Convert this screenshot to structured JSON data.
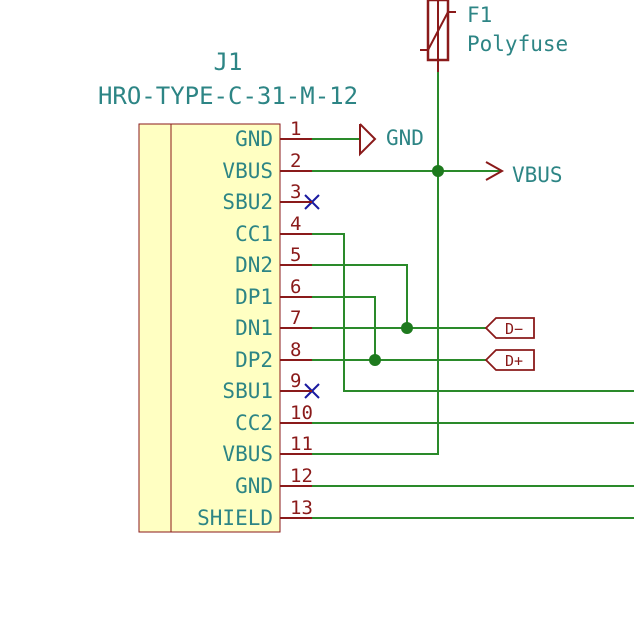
{
  "colors": {
    "wire": "#2a8a2a",
    "pin": "#8a1a1a",
    "text": "#2d8585",
    "body_fill": "#ffffc2",
    "body_stroke": "#8a1a1a",
    "noconnect": "#1a1aa0",
    "junction": "#1e7a1e"
  },
  "connector": {
    "reference": "J1",
    "value": "HRO-TYPE-C-31-M-12",
    "pins": [
      {
        "number": "1",
        "name": "GND"
      },
      {
        "number": "2",
        "name": "VBUS"
      },
      {
        "number": "3",
        "name": "SBU2"
      },
      {
        "number": "4",
        "name": "CC1"
      },
      {
        "number": "5",
        "name": "DN2"
      },
      {
        "number": "6",
        "name": "DP1"
      },
      {
        "number": "7",
        "name": "DN1"
      },
      {
        "number": "8",
        "name": "DP2"
      },
      {
        "number": "9",
        "name": "SBU1"
      },
      {
        "number": "10",
        "name": "CC2"
      },
      {
        "number": "11",
        "name": "VBUS"
      },
      {
        "number": "12",
        "name": "GND"
      },
      {
        "number": "13",
        "name": "SHIELD"
      }
    ]
  },
  "fuse": {
    "reference": "F1",
    "value": "Polyfuse"
  },
  "power_symbols": {
    "gnd": "GND",
    "vbus": "VBUS"
  },
  "hier_labels": {
    "dminus": "D−",
    "dplus": "D+"
  },
  "icons": {
    "no_connect": "x-mark-icon",
    "junction": "dot-icon",
    "ground": "ground-flag-icon",
    "power": "power-arrow-icon",
    "fuse": "polyfuse-icon"
  }
}
